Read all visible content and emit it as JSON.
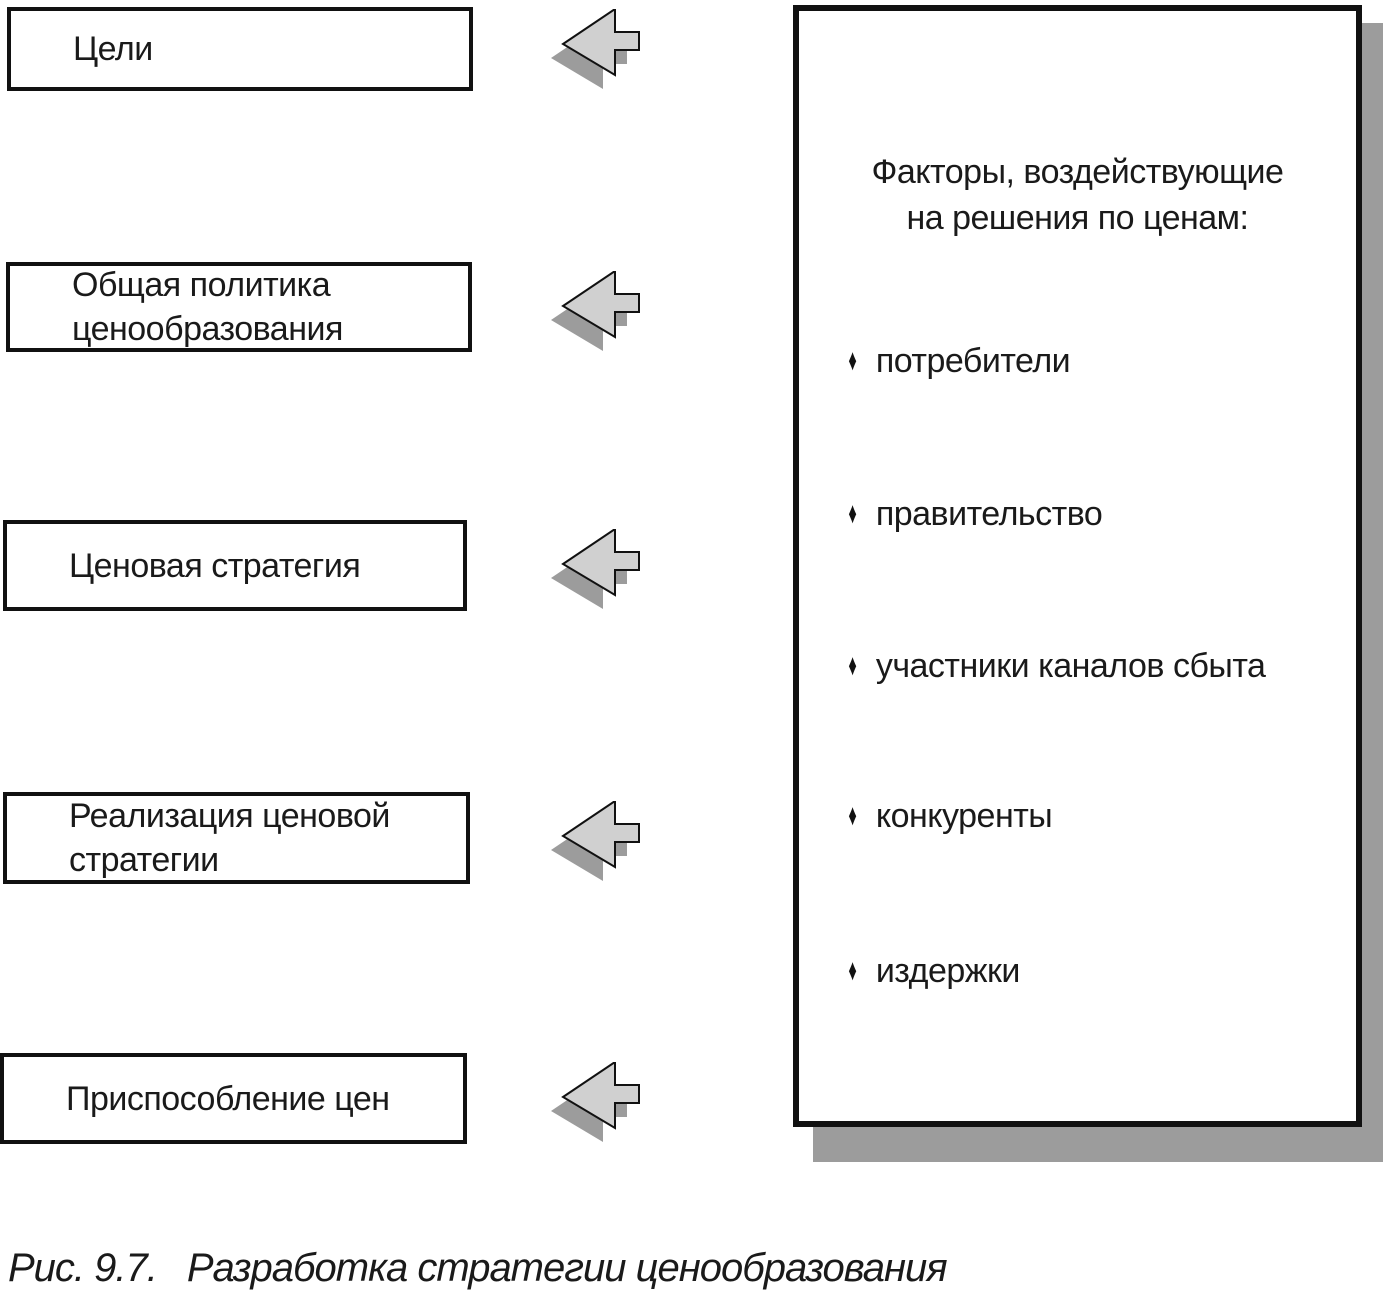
{
  "stages": [
    {
      "label": "Цели"
    },
    {
      "label": "Общая политика ценообразования"
    },
    {
      "label": "Ценовая стратегия"
    },
    {
      "label": "Реализация ценовой стратегии"
    },
    {
      "label": "Приспособление цен"
    }
  ],
  "factors": {
    "heading_line1": "Факторы, воздействующие",
    "heading_line2": "на решения по ценам:",
    "bullet": "♦",
    "items": [
      "потребители",
      "правительство",
      "участники каналов сбыта",
      "конкуренты",
      "издержки"
    ]
  },
  "caption": {
    "figure": "Рис. 9.7.",
    "title": "Разработка стратегии ценообразования"
  },
  "colors": {
    "arrow_fill": "#d0d0d0",
    "arrow_shadow": "#9c9c9c",
    "box_border": "#111111",
    "panel_shadow": "#9c9c9c",
    "text": "#1a1a1a"
  }
}
